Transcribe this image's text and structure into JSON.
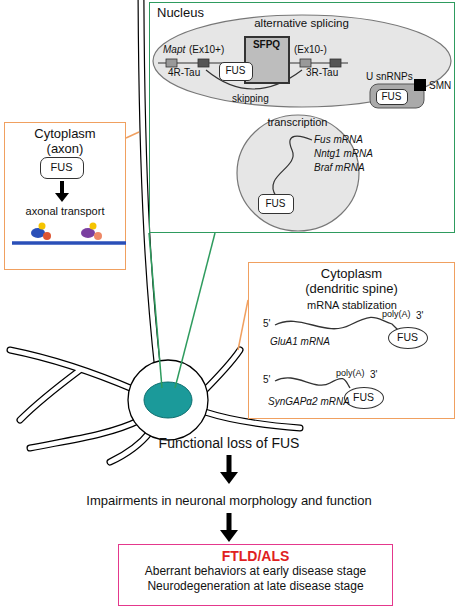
{
  "diagram": {
    "nodes": [
      {
        "text": [
          "Nucleus"
        ]
      },
      {
        "text": [
          "alternative splicing"
        ],
        "in": 0
      },
      {
        "text": [
          "SFPQ"
        ],
        "in": 1
      },
      {
        "text": [
          "FUS"
        ],
        "in": 1
      },
      {
        "text": [
          "FUS"
        ],
        "in": 1
      },
      {
        "text": [
          "transcription"
        ],
        "in": 0
      },
      {
        "text": [
          "FUS"
        ],
        "in": 5
      },
      {
        "text": [
          "Cytoplasm (axon)"
        ]
      },
      {
        "text": [
          "FUS"
        ],
        "in": 7
      },
      {
        "text": [
          "Cytoplasm (dendritic spine)"
        ]
      },
      {
        "text": [
          "FUS"
        ],
        "in": 9
      },
      {
        "text": [
          "FUS"
        ],
        "in": 9
      },
      {
        "text": [
          "FTLD/ALS",
          "Aberrant behaviors at early disease stage",
          "Neurodegeneration at late disease stage"
        ]
      }
    ],
    "labels": [
      "Mapt",
      "(Ex10+)",
      "4R-Tau",
      "(Ex10-)",
      "3R-Tau",
      "skipping",
      "U snRNPs",
      "SMN",
      "Fus mRNA",
      "Nntg1 mRNA",
      "Braf mRNA",
      "axonal transport",
      "mRNA stablization",
      "5'",
      "poly(A)",
      "3'",
      "GluA1 mRNA",
      "5'",
      "poly(A)",
      "3'",
      "SynGAPα2 mRNA",
      "Functional loss of FUS",
      "Impairments in neuronal morphology and function"
    ]
  }
}
